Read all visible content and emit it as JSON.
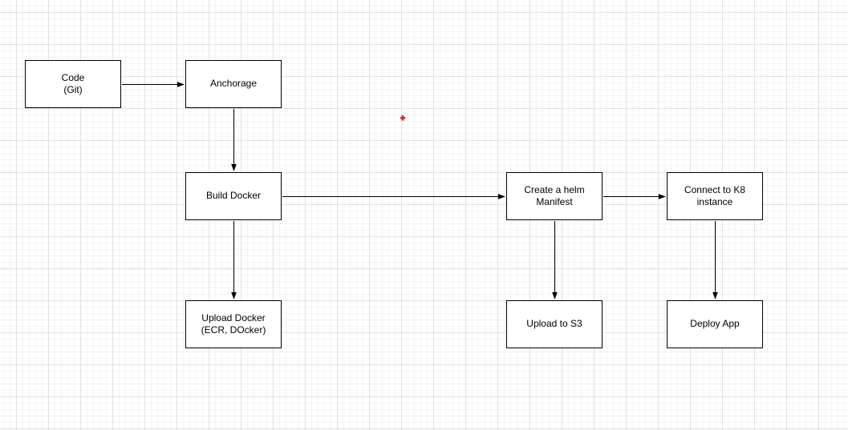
{
  "canvas": {
    "background_color": "#ffffff",
    "grid_minor_color": "#f4f4f5",
    "grid_major_color": "#e1e1e1",
    "marker_color": "#d92b2b"
  },
  "nodes": [
    {
      "id": "code-git",
      "label": "Code\n(Git)"
    },
    {
      "id": "anchorage",
      "label": "Anchorage"
    },
    {
      "id": "build-docker",
      "label": "Build Docker"
    },
    {
      "id": "create-helm-manifest",
      "label": "Create a helm\nManifest"
    },
    {
      "id": "connect-to-k8",
      "label": "Connect to K8\ninstance"
    },
    {
      "id": "upload-docker",
      "label": "Upload Docker\n(ECR, DOcker)"
    },
    {
      "id": "upload-to-s3",
      "label": "Upload to S3"
    },
    {
      "id": "deploy-app",
      "label": "Deploy App"
    }
  ],
  "edges": [
    {
      "from": "code-git",
      "to": "anchorage"
    },
    {
      "from": "anchorage",
      "to": "build-docker"
    },
    {
      "from": "build-docker",
      "to": "create-helm-manifest"
    },
    {
      "from": "build-docker",
      "to": "upload-docker"
    },
    {
      "from": "create-helm-manifest",
      "to": "connect-to-k8"
    },
    {
      "from": "create-helm-manifest",
      "to": "upload-to-s3"
    },
    {
      "from": "connect-to-k8",
      "to": "deploy-app"
    }
  ]
}
